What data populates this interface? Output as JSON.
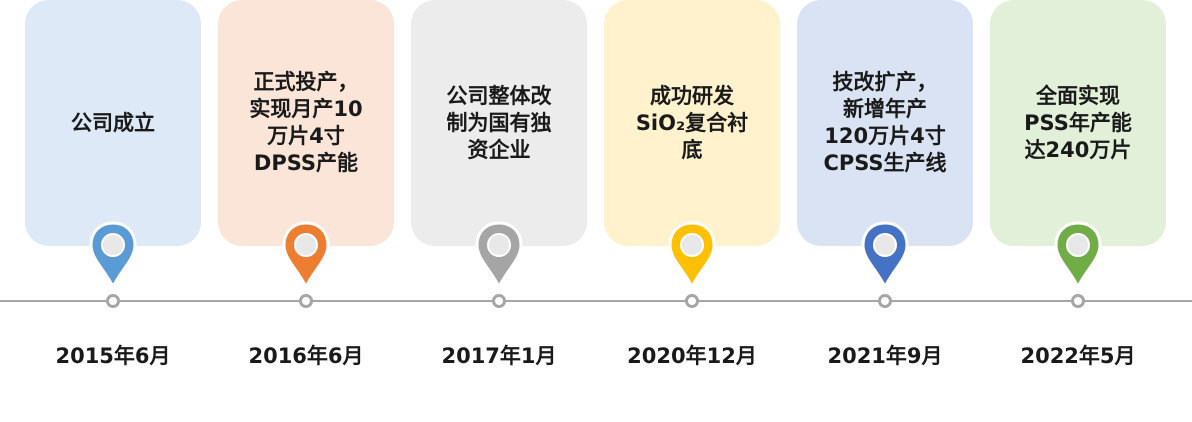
{
  "milestones": [
    {
      "text": "公司成立",
      "date": "2015年6月",
      "card_color": "#dde9f6",
      "pin_color": "#5b9bd5"
    },
    {
      "text": "正式投产，\n实现月产10\n万片4寸\nDPSS产能",
      "date": "2016年6月",
      "card_color": "#fbe5d8",
      "pin_color": "#ed7d31"
    },
    {
      "text": "公司整体改\n制为国有独\n资企业",
      "date": "2017年1月",
      "card_color": "#ececec",
      "pin_color": "#a5a5a5"
    },
    {
      "text": "成功研发\nSiO₂复合衬\n底",
      "date": "2020年12月",
      "card_color": "#fff2cc",
      "pin_color": "#ffc000"
    },
    {
      "text": "技改扩产，\n新增年产\n120万片4寸\nCPSS生产线",
      "date": "2021年9月",
      "card_color": "#dae3f3",
      "pin_color": "#4472c4"
    },
    {
      "text": "全面实现\nPSS年产能\n达240万片",
      "date": "2022年5月",
      "card_color": "#e2efd9",
      "pin_color": "#70ad47"
    }
  ]
}
